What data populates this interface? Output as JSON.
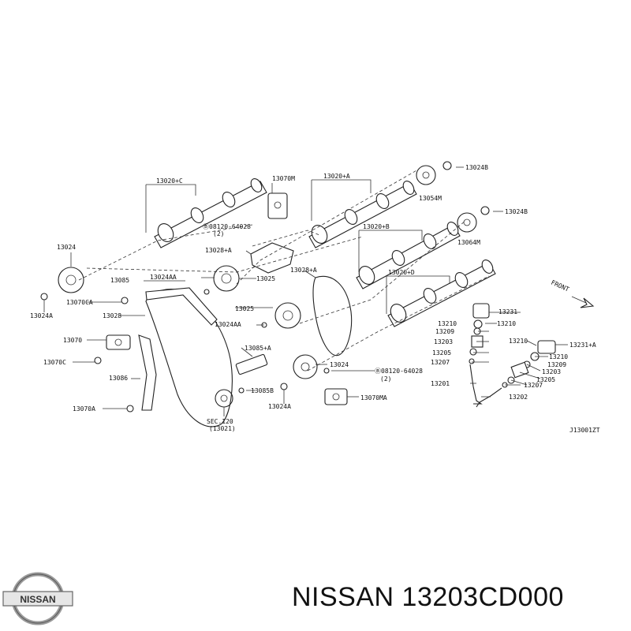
{
  "diagram": {
    "labels": {
      "l13020c": "13020+C",
      "l13070m": "13070M",
      "l13020a": "13020+A",
      "l13024b_1": "13024B",
      "l13054m": "13054M",
      "l13024b_2": "13024B",
      "l08120_1": "Ⓑ08120-64028",
      "l08120_1b": "(2)",
      "l13020b": "13020+B",
      "l13064m": "13064M",
      "l13024": "13024",
      "l13028a_1": "13028+A",
      "l13028a_2": "13028+A",
      "l13020d": "13020+D",
      "l13085": "13085",
      "l13024aa_1": "13024AA",
      "l13025_1": "13025",
      "l13024a_1": "13024A",
      "l13070ca": "13070CA",
      "l13028": "13028",
      "l13025_2": "13025",
      "l13231": "13231",
      "l13024aa_2": "13024AA",
      "l13210_a": "13210",
      "l13210_b": "13210",
      "l13209_a": "13209",
      "l13070": "13070",
      "l13085a": "13085+A",
      "l13203_a": "13203",
      "l13210_c": "13210",
      "l13231a": "13231+A",
      "l13070c": "13070C",
      "l13205_a": "13205",
      "l13210_d": "13210",
      "l13207_a": "13207",
      "l13024_2": "13024",
      "l13209_b": "13209",
      "l13086": "13086",
      "l08120_2": "Ⓑ08120-64028",
      "l08120_2b": "(2)",
      "l13203_b": "13203",
      "l13085b": "13085B",
      "l13205_b": "13205",
      "l13201": "13201",
      "l13207_b": "13207",
      "l13070ma": "13070MA",
      "l13202": "13202",
      "l13070a": "13070A",
      "l13024a_2": "13024A",
      "lsec": "SEC.120",
      "lsec2": "(13021)",
      "lfront": "FRONT",
      "ldrawing": "J13001ZT"
    }
  },
  "brand": {
    "logo_text": "NISSAN",
    "caption": "NISSAN 13203CD000"
  }
}
